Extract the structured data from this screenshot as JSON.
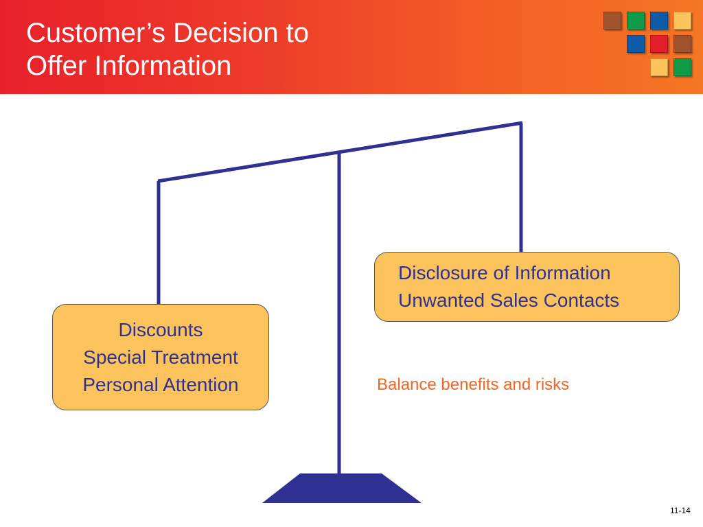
{
  "header": {
    "title_line1": "Customer’s Decision to",
    "title_line2": "Offer Information"
  },
  "logo": {
    "tile_colors": [
      "#a0522d",
      "#0e9a47",
      "#0e5ca8",
      "#fcc35c",
      "#0e5ca8",
      "#e21f2a",
      "#a0522d",
      "#fcc35c",
      "#0e9a47"
    ]
  },
  "diagram": {
    "left_box": {
      "lines": [
        "Discounts",
        "Special Treatment",
        "Personal Attention"
      ]
    },
    "right_box": {
      "lines": [
        "Disclosure of Information",
        "Unwanted Sales Contacts"
      ]
    },
    "caption": "Balance benefits and risks"
  },
  "footer": {
    "page_number": "11-14"
  },
  "colors": {
    "header_start": "#e8202a",
    "header_end": "#f57624",
    "scale": "#2e3192",
    "box_fill": "#fcc35c",
    "caption": "#f26522"
  }
}
